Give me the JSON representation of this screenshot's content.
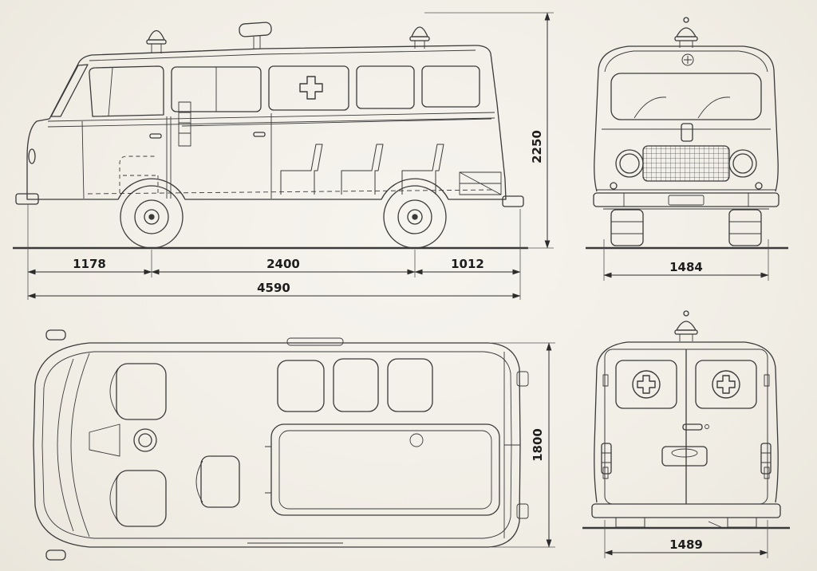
{
  "meta": {
    "drawing": "four-view orthographic blueprint of an ambulance van",
    "views": [
      "side-elevation",
      "front-elevation",
      "top-plan",
      "rear-elevation"
    ]
  },
  "dimensions": {
    "side": {
      "front_overhang": "1178",
      "wheelbase": "2400",
      "rear_overhang": "1012",
      "overall_length": "4590",
      "overall_height": "2250"
    },
    "front": {
      "width": "1484"
    },
    "plan": {
      "width": "1800"
    },
    "rear": {
      "width": "1489"
    }
  },
  "colors": {
    "paper": "#f3f0e9",
    "ink": "#3a3a3a",
    "label": "#1d1d1d"
  }
}
